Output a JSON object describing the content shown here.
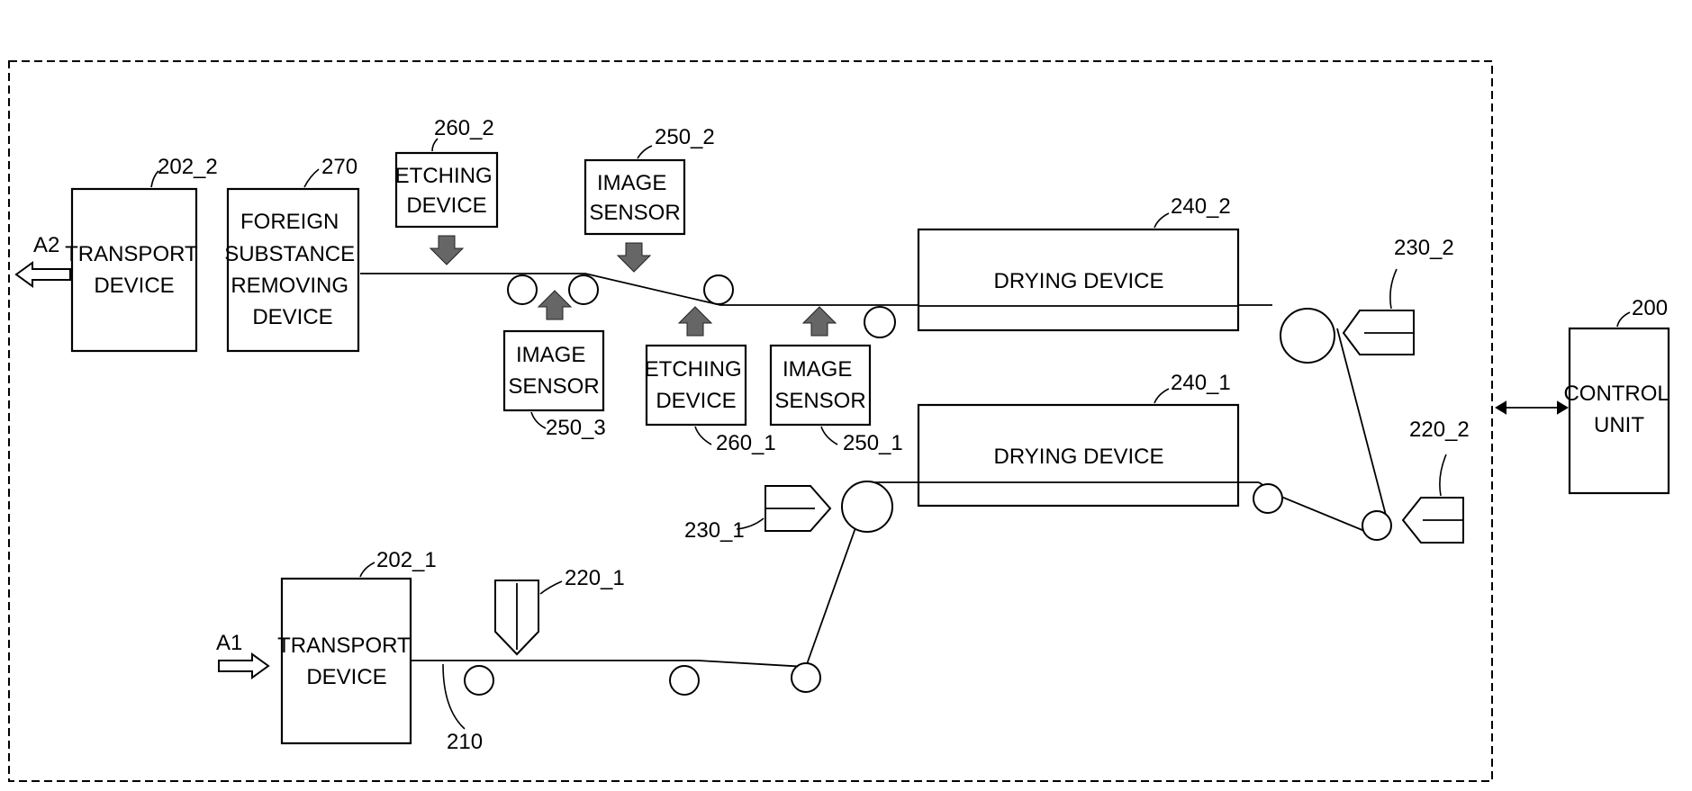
{
  "colors": {
    "line": "#000000",
    "sensor_arrow": "#666666",
    "background": "#ffffff"
  },
  "devices": {
    "transport_2": [
      "TRANSPORT",
      "DEVICE"
    ],
    "foreign_removal": [
      "FOREIGN",
      "SUBSTANCE",
      "REMOVING",
      "DEVICE"
    ],
    "etching_2": [
      "ETCHING",
      "DEVICE"
    ],
    "image_sensor_2": [
      "IMAGE",
      "SENSOR"
    ],
    "drying_2": "DRYING DEVICE",
    "image_sensor_3": [
      "IMAGE",
      "SENSOR"
    ],
    "etching_1": [
      "ETCHING",
      "DEVICE"
    ],
    "image_sensor_1": [
      "IMAGE",
      "SENSOR"
    ],
    "drying_1": "DRYING DEVICE",
    "control_unit": [
      "CONTROL",
      "UNIT"
    ],
    "transport_1": [
      "TRANSPORT",
      "DEVICE"
    ]
  },
  "refs": {
    "r202_2": "202_2",
    "r270": "270",
    "r260_2": "260_2",
    "r250_2": "250_2",
    "r240_2": "240_2",
    "r230_2": "230_2",
    "r200": "200",
    "r250_3": "250_3",
    "r260_1": "260_1",
    "r250_1": "250_1",
    "r240_1": "240_1",
    "r220_2": "220_2",
    "r230_1": "230_1",
    "r202_1": "202_1",
    "r220_1": "220_1",
    "r210": "210"
  },
  "flow": {
    "out": "A2",
    "in": "A1"
  }
}
